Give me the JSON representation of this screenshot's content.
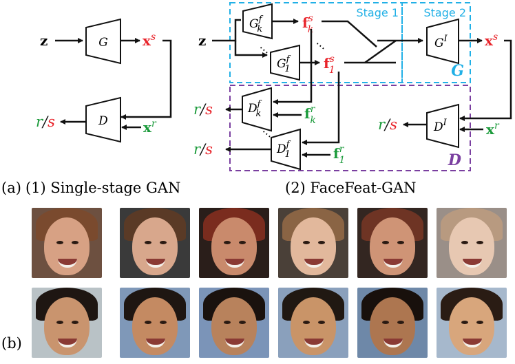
{
  "left_diagram": {
    "input_z": "z",
    "generator": "G",
    "output_main": "x",
    "output_sup": "s",
    "discriminator": "D",
    "real_main": "x",
    "real_sup": "r",
    "out_r": "r",
    "slash": "/",
    "out_s": "s"
  },
  "right_diagram": {
    "input_z": "z",
    "gf_main": "G",
    "gf_sup": "f",
    "gf_sub_k": "k",
    "gf_sub_1": "1",
    "feat_main": "f",
    "feat_sup_s": "s",
    "feat_sup_r": "r",
    "sub_k": "k",
    "sub_1": "1",
    "gi_main": "G",
    "gi_sup": "I",
    "output_main": "x",
    "output_sup": "s",
    "df_main": "D",
    "df_sup": "f",
    "di_main": "D",
    "di_sup": "I",
    "real_main": "x",
    "real_sup": "r",
    "stage1": "Stage 1",
    "stage2": "Stage 2",
    "g_label": "G",
    "d_label": "D",
    "out_r": "r",
    "slash": "/",
    "out_s": "s",
    "dots": "⋯"
  },
  "captions": {
    "a_label": "(a)",
    "a1": "(1) Single-stage GAN",
    "a2": "(2) FaceFeat-GAN",
    "b_label": "(b)"
  },
  "colors": {
    "red": "#e8232a",
    "green": "#1a9a3a",
    "stage_blue": "#21b0e6",
    "stage_purple": "#7a3fa0",
    "black": "#111111"
  }
}
